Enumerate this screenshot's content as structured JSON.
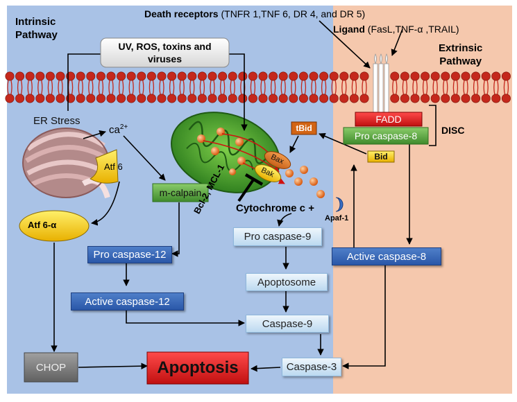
{
  "intrinsic_label": [
    "Intrinsic",
    "Pathway"
  ],
  "extrinsic_label": [
    "Extrinsic",
    "Pathway"
  ],
  "stimulus": [
    "UV, ROS, toxins and",
    "viruses"
  ],
  "death_receptors": {
    "bold": "Death receptors",
    "rest": " (TNFR 1,TNF 6, DR 4, and DR 5)"
  },
  "ligand": {
    "bold": "Ligand",
    "rest": " (FasL,TNF-α ,TRAIL)"
  },
  "er_stress": "ER Stress",
  "calcium": {
    "base": "ca",
    "sup": "2+"
  },
  "atf6": "Atf 6",
  "atf6a": "Atf 6-α",
  "m_calpain": "m-calpain",
  "pro_caspase12": "Pro caspase-12",
  "active_caspase12": "Active caspase-12",
  "chop": "CHOP",
  "apoptosis": "Apoptosis",
  "bcl2": "Bcl-2, MCL-1",
  "bax": "Bax",
  "bak": "Bak",
  "tbid": "tBid",
  "bid": "Bid",
  "cytochrome": "Cytochrome c +",
  "apaf": "Apaf-1",
  "pro_caspase9": "Pro caspase-9",
  "apoptosome": "Apoptosome",
  "caspase9": "Caspase-9",
  "caspase3": "Caspase-3",
  "fadd": "FADD",
  "pro_caspase8": "Pro caspase-8",
  "disc": "DISC",
  "active_caspase8": "Active caspase-8",
  "colors": {
    "intrinsic_bg": "#a9c2e6",
    "extrinsic_bg": "#f5c8ad",
    "membrane": "#c4281c",
    "apoptosis_box": "#e02020",
    "fadd_box": "#d42222",
    "atf_yellow": "#f7c600",
    "green_box": "#4f9b3c"
  }
}
